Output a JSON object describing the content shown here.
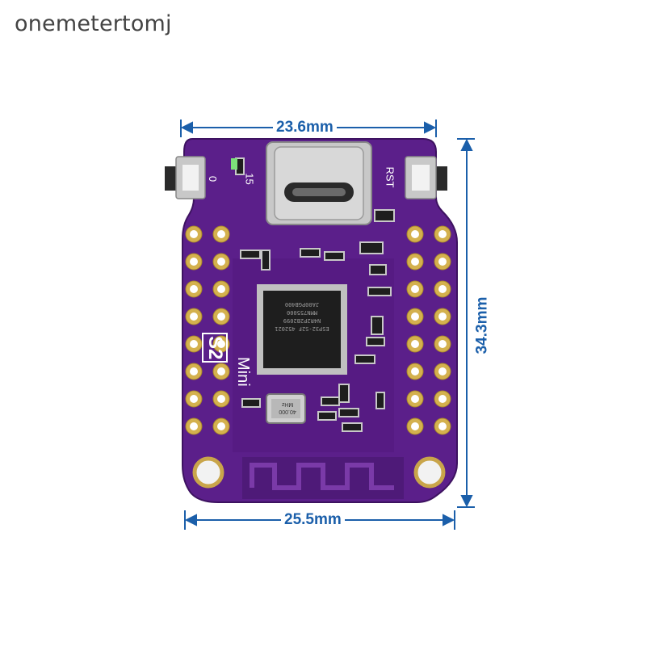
{
  "watermark": "onemetertomj",
  "dimensions": {
    "width_top": "23.6mm",
    "width_bottom": "25.5mm",
    "height": "34.3mm"
  },
  "board": {
    "silkscreen_model": "S2",
    "silkscreen_sub": "Mini",
    "button_left_label": "0",
    "button_right_label": "RST",
    "pin_label_15": "15",
    "crystal_label": "40.000 MHz",
    "chip_text": "ESP32-S2F 452021 N4R2P2B2099 MMN755000 JA00PGB400",
    "pcb_color": "#5b1f8a",
    "measure_color": "#1b5faa"
  }
}
